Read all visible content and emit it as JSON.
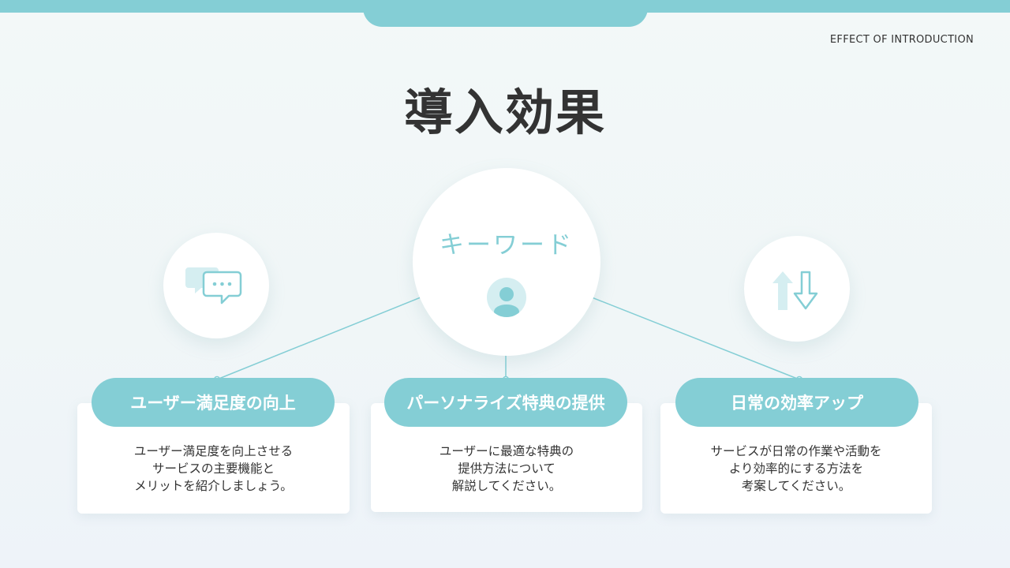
{
  "header": {
    "eyebrow": "EFFECT OF INTRODUCTION",
    "title": "導入効果"
  },
  "center": {
    "label": "キーワード",
    "icon": "user-avatar-icon"
  },
  "items": [
    {
      "heading": "ユーザー満足度の向上",
      "text": "ユーザー満足度を向上させる\nサービスの主要機能と\nメリットを紹介しましょう。",
      "icon": "chat-bubbles-icon"
    },
    {
      "heading": "パーソナライズ特典の提供",
      "text": "ユーザーに最適な特典の\n提供方法について\n解説してください。"
    },
    {
      "heading": "日常の効率アップ",
      "text": "サービスが日常の作業や活動を\nより効率的にする方法を\n考案してください。",
      "icon": "up-down-arrows-icon"
    }
  ],
  "colors": {
    "accent": "#84ced5",
    "accent_light": "#d5eef1",
    "text": "#333333"
  }
}
